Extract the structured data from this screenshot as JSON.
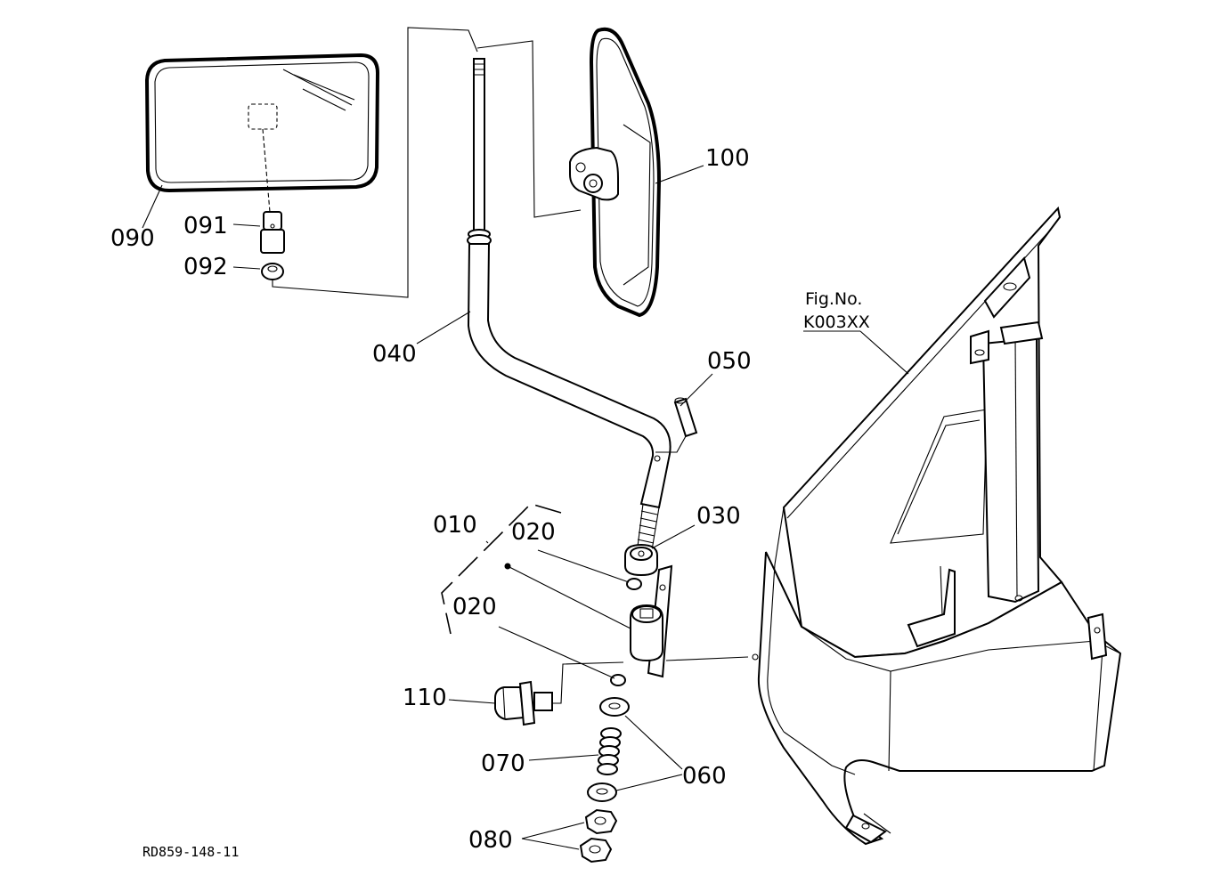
{
  "drawing": {
    "reference_code": "RD859-148-11",
    "figure_reference": {
      "line1": "Fig.No.",
      "line2": "K003XX"
    }
  },
  "callouts": {
    "p010": "010",
    "p020_upper": "020",
    "p020_lower": "020",
    "p030": "030",
    "p040": "040",
    "p050": "050",
    "p060": "060",
    "p070": "070",
    "p080": "080",
    "p090": "090",
    "p091": "091",
    "p092": "092",
    "p100": "100",
    "p110": "110"
  }
}
